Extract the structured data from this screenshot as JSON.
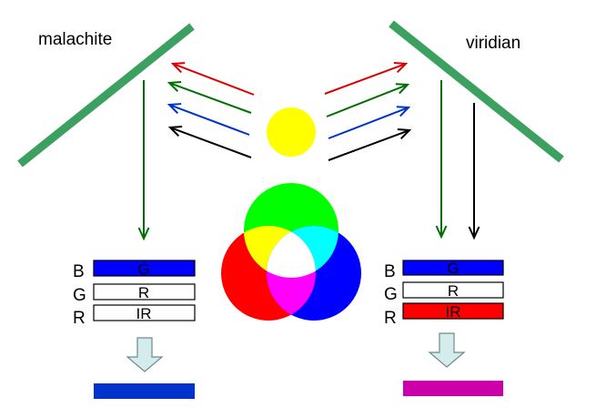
{
  "left_panel": {
    "mineral": "malachite",
    "rows": [
      {
        "side_label": "B",
        "bar_label": "G",
        "fill": "#0000ff"
      },
      {
        "side_label": "G",
        "bar_label": "R",
        "fill": "#ffffff"
      },
      {
        "side_label": "R",
        "bar_label": "IR",
        "fill": "#ffffff"
      }
    ],
    "result_color": "#0033cc",
    "mirror_color": "#3ca060",
    "drop_arrows": [
      {
        "color": "#007000"
      }
    ]
  },
  "right_panel": {
    "mineral": "viridian",
    "rows": [
      {
        "side_label": "B",
        "bar_label": "G",
        "fill": "#0000ff"
      },
      {
        "side_label": "G",
        "bar_label": "R",
        "fill": "#ffffff"
      },
      {
        "side_label": "R",
        "bar_label": "IR",
        "fill": "#ff0000"
      }
    ],
    "result_color": "#cc00aa",
    "mirror_color": "#3ca060",
    "drop_arrows": [
      {
        "color": "#007000"
      },
      {
        "color": "#000000"
      }
    ]
  },
  "light_source": {
    "sun_color": "#ffff00",
    "ray_colors": [
      "#dd0000",
      "#007000",
      "#0033cc",
      "#000000"
    ]
  },
  "venn": {
    "red": "#ff0000",
    "green": "#00ff00",
    "blue": "#0000ff",
    "yellow": "#ffff00",
    "cyan": "#00ffff",
    "magenta": "#ff00ff",
    "white": "#ffffff"
  },
  "colors": {
    "bar_stroke": "#000000",
    "down_arrow_fill": "#d5ecec",
    "down_arrow_stroke": "#6a8a94"
  }
}
